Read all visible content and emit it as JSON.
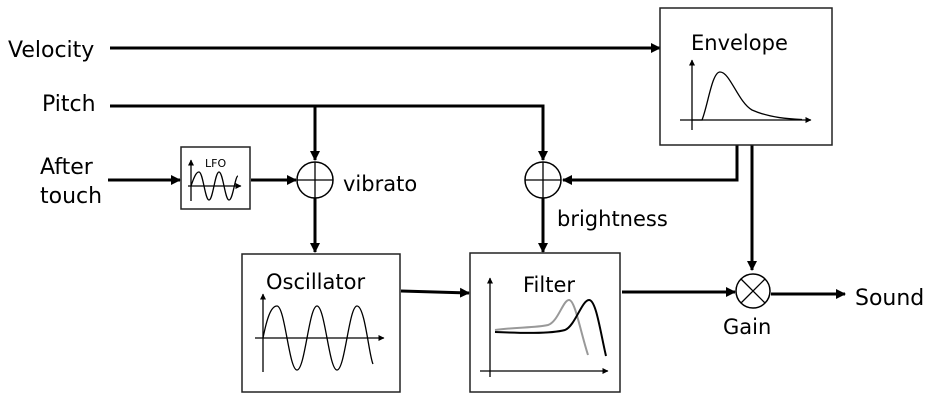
{
  "inputs": {
    "velocity": "Velocity",
    "pitch": "Pitch",
    "aftertouch_line1": "After",
    "aftertouch_line2": "touch"
  },
  "blocks": {
    "lfo": "LFO",
    "envelope": "Envelope",
    "oscillator": "Oscillator",
    "filter": "Filter"
  },
  "junctions": {
    "vibrato": "vibrato",
    "brightness": "brightness",
    "gain": "Gain"
  },
  "output": "Sound",
  "colors": {
    "line": "#000000",
    "box_border": "#222222",
    "secondary_curve": "#999999"
  }
}
